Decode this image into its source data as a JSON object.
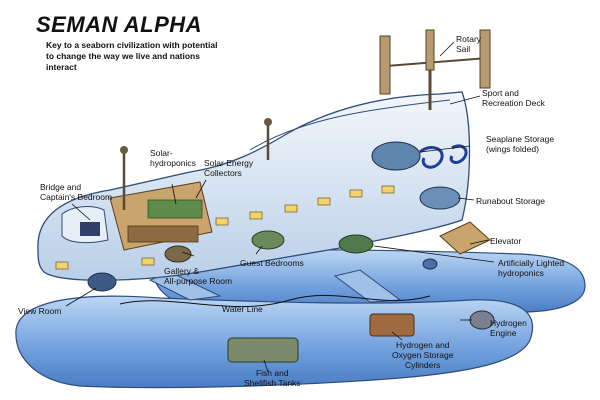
{
  "title": "SEMAN ALPHA",
  "subtitle": "Key to a seaborn civilization with potential to change the way we live and nations interact",
  "labels": {
    "rotary_sail": "Rotary\nSail",
    "sport_deck": "Sport and\nRecreation Deck",
    "seaplane": "Seaplane Storage\n(wings folded)",
    "solar_hydroponics": "Solar-\nhydroponics",
    "solar_collectors": "Solar Energy\nCollectors",
    "bridge": "Bridge and\nCaptain's Bedroom",
    "runabout": "Runabout Storage",
    "elevator": "Elevator",
    "gallery": "Gallery &\nAll-purpose Room",
    "guest_bedrooms": "Guest Bedrooms",
    "art_hydroponics": "Artificially Lighted\nhydroponics",
    "water_line": "Water Line",
    "view_room": "View Room",
    "hydrogen_engine": "Hydrogen\nEngine",
    "hydrogen_storage": "Hydrogen and\nOxygen Storage\nCylinders",
    "fish_tanks": "Fish and\nShellfish Tanks"
  }
}
